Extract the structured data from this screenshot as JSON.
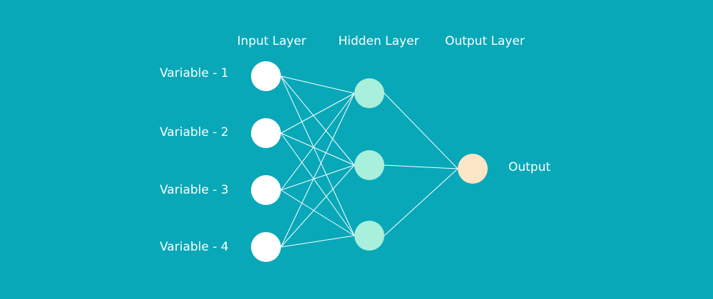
{
  "colors": {
    "background": "#08a8b8",
    "input_node": "#ffffff",
    "hidden_node": "#a8f0dc",
    "output_node": "#fde5c7",
    "connection": "#ffffff",
    "text": "#ffffff"
  },
  "layers": {
    "input": {
      "title": "Input Layer",
      "labels": [
        "Variable - 1",
        "Variable - 2",
        "Variable - 3",
        "Variable - 4"
      ]
    },
    "hidden": {
      "title": "Hidden Layer",
      "count": 3
    },
    "output": {
      "title": "Output Layer",
      "label": "Output"
    }
  }
}
